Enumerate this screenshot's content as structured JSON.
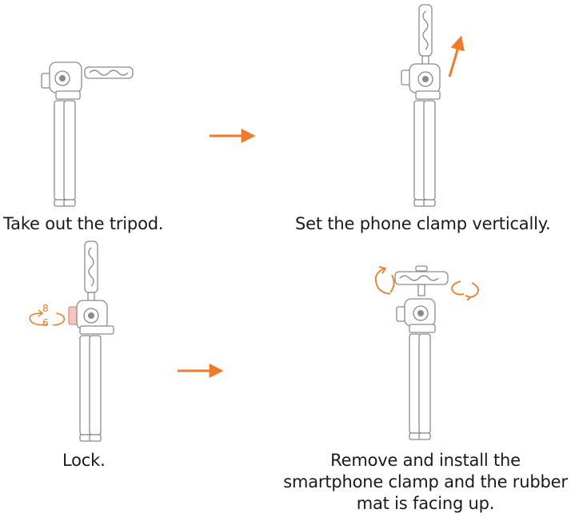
{
  "steps": [
    {
      "caption": "Take out the tripod."
    },
    {
      "caption": "Set the phone clamp vertically."
    },
    {
      "caption": "Lock.",
      "lock_marks": [
        "8",
        "6"
      ]
    },
    {
      "caption_lines": [
        "Remove and install the",
        "smartphone clamp and the rubber",
        "mat is facing up."
      ]
    }
  ],
  "colors": {
    "accent": "#f07a2a",
    "line": "#8a8a8a",
    "text": "#1a1a1a"
  },
  "icons": [
    "tripod-illustration",
    "arrow-right-icon",
    "arrow-up-curved-icon",
    "rotate-icon"
  ]
}
